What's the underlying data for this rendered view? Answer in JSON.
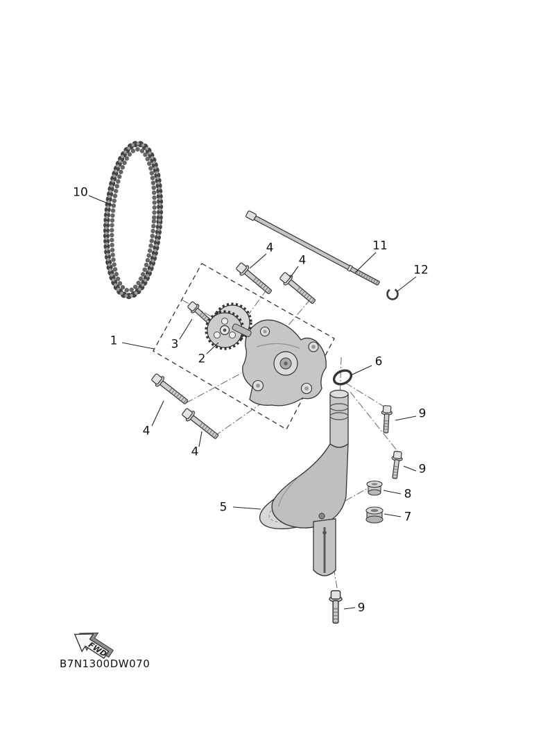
{
  "diagram": {
    "part_code": "B7N1300DW070",
    "fwd_label": "FWD",
    "callouts": [
      {
        "label": "10"
      },
      {
        "label": "11"
      },
      {
        "label": "12"
      },
      {
        "label": "4"
      },
      {
        "label": "4"
      },
      {
        "label": "1"
      },
      {
        "label": "3"
      },
      {
        "label": "2"
      },
      {
        "label": "6"
      },
      {
        "label": "4"
      },
      {
        "label": "4"
      },
      {
        "label": "9"
      },
      {
        "label": "9"
      },
      {
        "label": "8"
      },
      {
        "label": "7"
      },
      {
        "label": "5"
      },
      {
        "label": "9"
      }
    ]
  }
}
